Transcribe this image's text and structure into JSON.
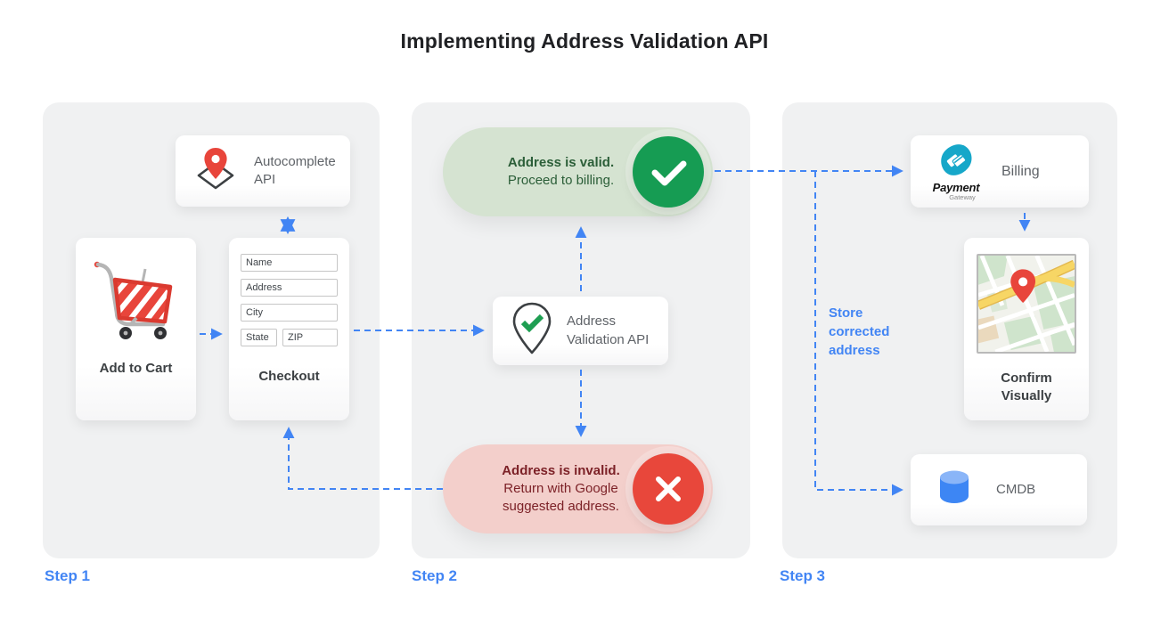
{
  "title": "Implementing Address Validation API",
  "colors": {
    "accent_blue": "#4285F4",
    "check_green": "#169C53",
    "valid_pill_bg": "#D5E3D1",
    "valid_text": "#2B5E38",
    "cross_red": "#E8473B",
    "invalid_pill_bg": "#F3CFCB",
    "invalid_text": "#7C2127",
    "panel_bg": "#F0F1F2"
  },
  "steps": {
    "step1": {
      "label": "Step 1",
      "autocomplete_card": {
        "label": "Autocomplete API",
        "icon": "map-pin-diamond-icon"
      },
      "add_to_cart_card": {
        "label": "Add to Cart",
        "icon": "shopping-cart-icon"
      },
      "checkout_card": {
        "label": "Checkout",
        "fields": [
          {
            "placeholder": "Name"
          },
          {
            "placeholder": "Address"
          },
          {
            "placeholder": "City"
          },
          {
            "placeholder": "State"
          },
          {
            "placeholder": "ZIP"
          }
        ]
      }
    },
    "step2": {
      "label": "Step 2",
      "valid_pill": {
        "title": "Address is valid.",
        "body": "Proceed to billing.",
        "icon": "check-circle-icon"
      },
      "validation_card": {
        "label": "Address Validation API",
        "icon": "pin-check-icon"
      },
      "invalid_pill": {
        "title": "Address is invalid.",
        "body": "Return with Google suggested address.",
        "icon": "x-circle-icon"
      }
    },
    "step3": {
      "label": "Step 3",
      "billing_card": {
        "label": "Billing",
        "logo_title": "Payment",
        "logo_subtitle": "Gateway",
        "icon": "payment-gateway-logo"
      },
      "confirm_card": {
        "label": "Confirm Visually",
        "icon": "map-thumbnail"
      },
      "cmdb_card": {
        "label": "CMDB",
        "icon": "database-icon"
      },
      "store_note": "Store corrected address"
    }
  }
}
